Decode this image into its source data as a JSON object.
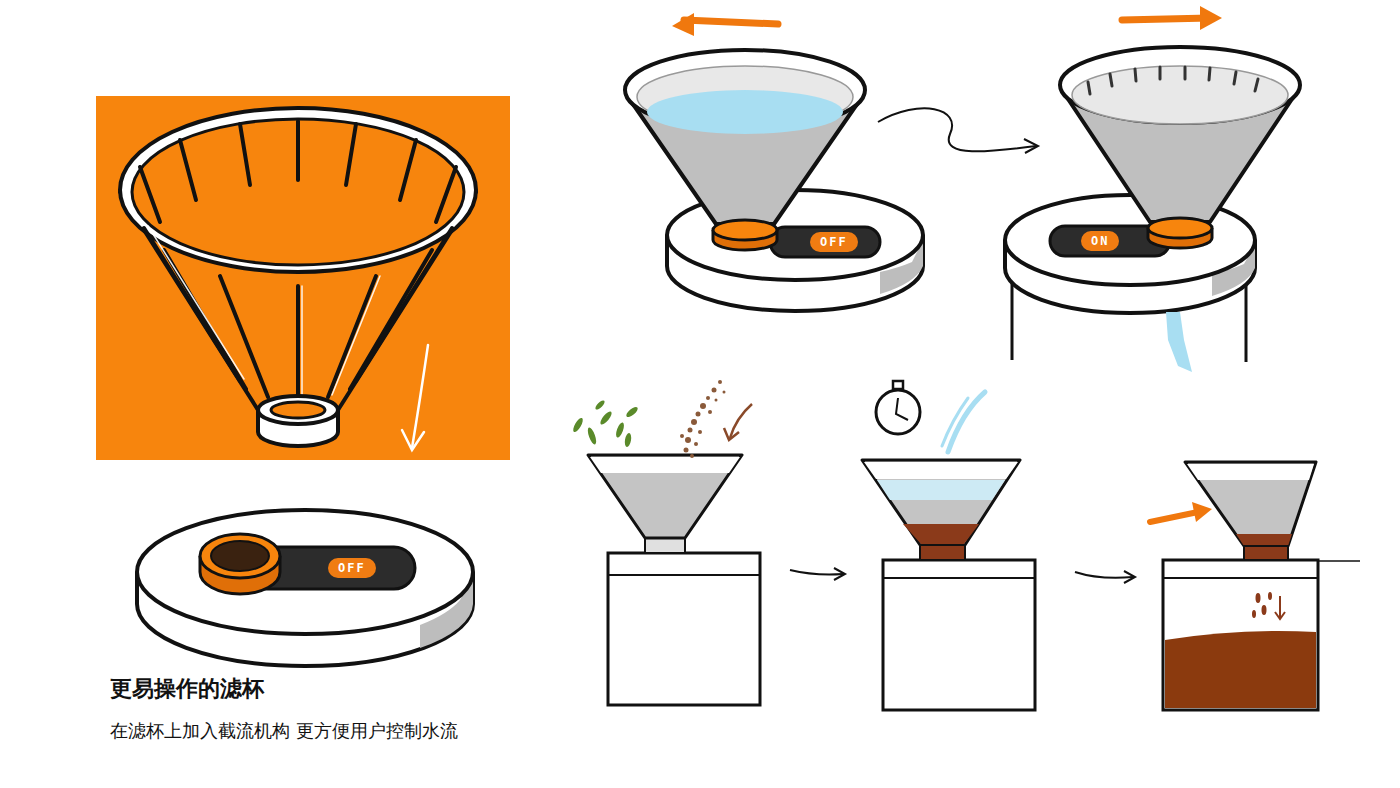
{
  "diagram": {
    "title": "更易操作的滤杯",
    "caption": "在滤杯上加入截流机构 更方便用户控制水流",
    "nodes": [
      {
        "text": [
          "OFF"
        ]
      },
      {
        "text": [
          "ON"
        ]
      },
      {
        "text": [
          "OFF"
        ]
      }
    ]
  }
}
